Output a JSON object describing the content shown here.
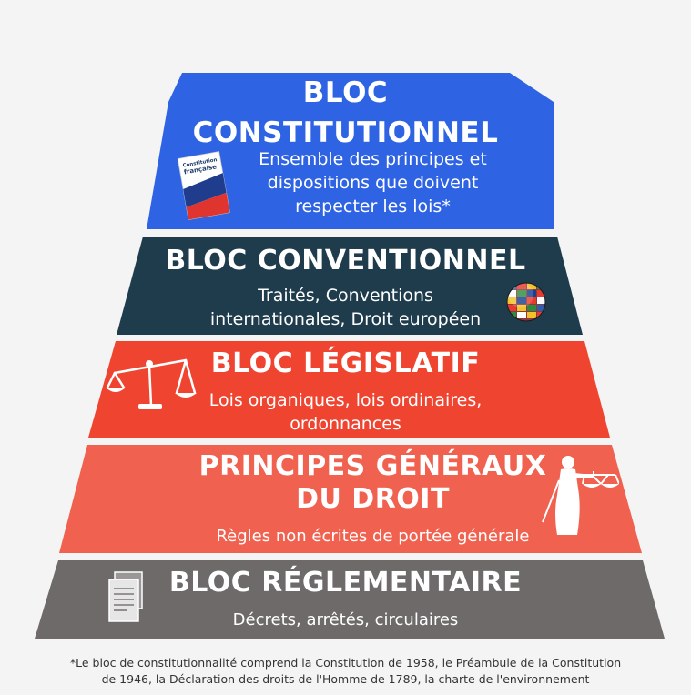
{
  "tiers": [
    {
      "title_lines": [
        "BLOC",
        "CONSTITUTIONNEL"
      ],
      "desc_lines": [
        "Ensemble des principes et",
        "dispositions que doivent",
        "respecter les lois*"
      ],
      "icon": "constitution-book-icon",
      "book_label_lines": [
        "Constitution",
        "française"
      ]
    },
    {
      "title_lines": [
        "BLOC CONVENTIONNEL"
      ],
      "desc_lines": [
        "Traités, Conventions",
        "internationales, Droit européen"
      ],
      "icon": "world-flags-globe-icon"
    },
    {
      "title_lines": [
        "BLOC LÉGISLATIF"
      ],
      "desc_lines": [
        "Lois organiques, lois ordinaires,",
        "ordonnances"
      ],
      "icon": "scales-icon"
    },
    {
      "title_lines": [
        "PRINCIPES GÉNÉRAUX",
        "DU DROIT"
      ],
      "desc_lines": [
        "Règles non écrites de portée générale"
      ],
      "icon": "lady-justice-icon"
    },
    {
      "title_lines": [
        "BLOC RÉGLEMENTAIRE"
      ],
      "desc_lines": [
        "Décrets, arrêtés, circulaires"
      ],
      "icon": "document-icon"
    }
  ],
  "colors": {
    "constitutionnel": "#2e63e3",
    "conventionnel": "#1f3c4d",
    "legislatif": "#ef4430",
    "principes": "#f0624f",
    "reglementaire": "#6d6a69"
  },
  "footnote_lines": [
    "*Le bloc de constitutionnalité comprend la Constitution de 1958, le Préambule de la Constitution",
    "de 1946, la Déclaration des droits de l'Homme de 1789, la charte de l'environnement"
  ]
}
